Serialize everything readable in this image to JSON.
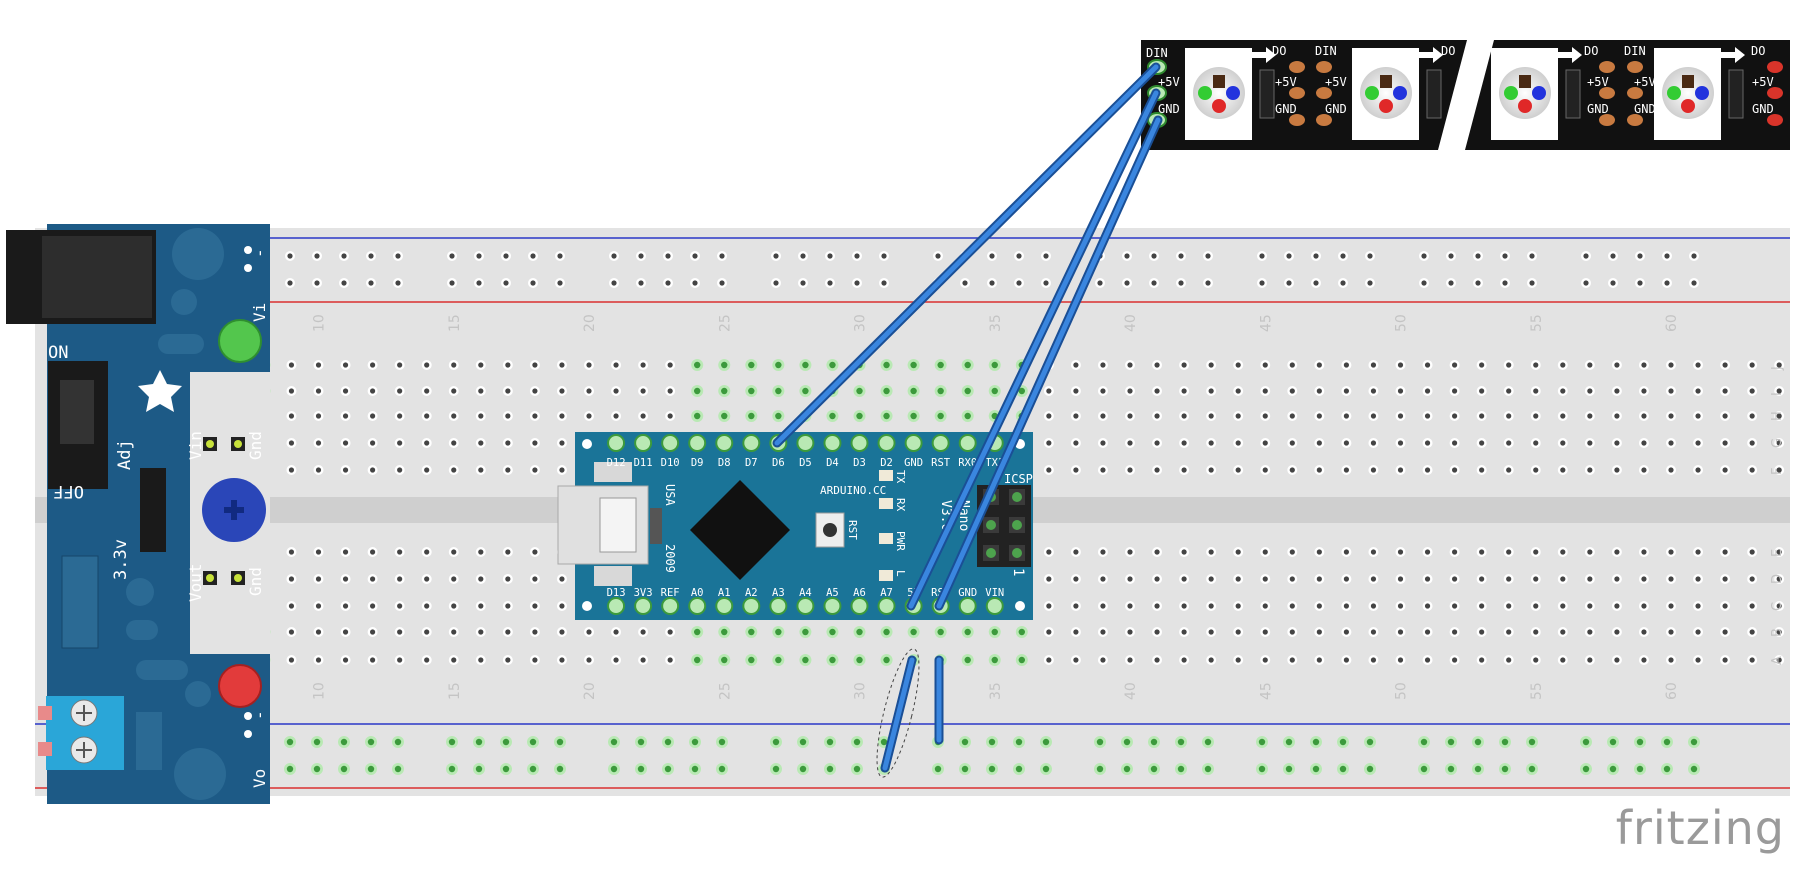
{
  "brand": "fritzing",
  "breadboard": {
    "col_numbers": [
      "10",
      "15",
      "20",
      "25",
      "30",
      "35",
      "40",
      "45",
      "50",
      "55",
      "60"
    ],
    "row_letters_top": [
      "J",
      "I",
      "H",
      "G",
      "F"
    ],
    "row_letters_bottom": [
      "E",
      "D",
      "C",
      "B",
      "A"
    ]
  },
  "power_module": {
    "on": "ON",
    "off": "OFF",
    "adj": "Adj",
    "v33": "3.3v",
    "vin": "Vin",
    "gnd": "Gnd",
    "vout": "Vout",
    "gnd2": "Gnd",
    "vi": "Vi",
    "vo": "Vo",
    "minus": "-",
    "minus2": "-"
  },
  "arduino": {
    "top_pins": [
      "D12",
      "D11",
      "D10",
      "D9",
      "D8",
      "D7",
      "D6",
      "D5",
      "D4",
      "D3",
      "D2",
      "GND",
      "RST",
      "RX0",
      "TX1"
    ],
    "bottom_pins": [
      "D13",
      "3V3",
      "REF",
      "A0",
      "A1",
      "A2",
      "A3",
      "A4",
      "A5",
      "A6",
      "A7",
      "5V",
      "RST",
      "GND",
      "VIN"
    ],
    "usa": "USA",
    "year": "2009",
    "site": "ARDUINO.CC",
    "tx": "TX",
    "rx": "RX",
    "pwr": "PWR",
    "l": "L",
    "rst_btn": "RST",
    "icsp": "ICSP",
    "name": "Nano",
    "version": "V3.0",
    "one": "1"
  },
  "led_strip": {
    "din": "DIN",
    "v5": "+5V",
    "gnd": "GND",
    "do": "DO"
  },
  "colors": {
    "board": "#e6e6e6",
    "rail_red": "#d93030",
    "rail_blue": "#2a38c8",
    "wire": "#2b6fc8",
    "arduino": "#1a7498",
    "module": "#1d5a86",
    "strip": "#111111",
    "pad_copper": "#c87a40"
  }
}
